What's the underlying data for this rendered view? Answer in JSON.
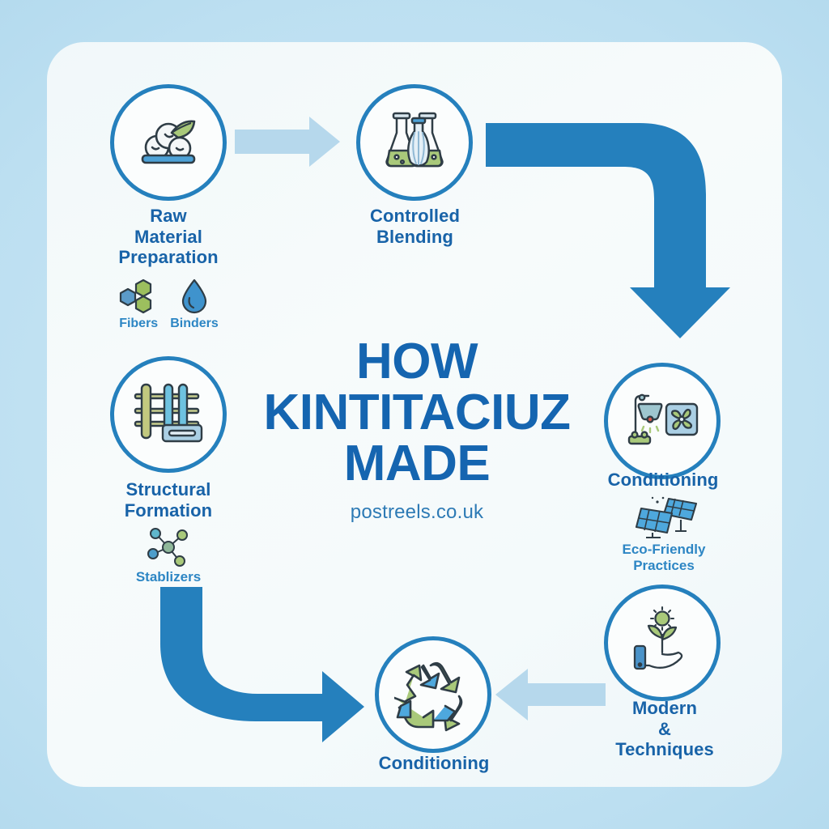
{
  "page": {
    "kind": "process-flow-infographic",
    "outer_bg": "#b6dcef",
    "card_bg": "#f3f9fa",
    "accent_blue": "#2580bd",
    "label_blue": "#1863a8",
    "title_blue": "#1565b0",
    "light_arrow": "#b6d8ec",
    "green": "#9cbf5e"
  },
  "title": {
    "line1": "HOW",
    "line2": "KINTITACIUZ",
    "line3": "MADE",
    "subtitle": "postreels.co.uk"
  },
  "nodes": [
    {
      "id": "raw-material-preparation",
      "label": "Raw\nMaterial\nPreparation",
      "label_lines": [
        "Raw",
        "Material",
        "Preparation"
      ],
      "icon": "raw-material-pile-icon"
    },
    {
      "id": "controlled-blending",
      "label": "Controlled\nBlending",
      "label_lines": [
        "Controlled",
        "Blending"
      ],
      "icon": "flasks-whisk-icon"
    },
    {
      "id": "conditioning-right",
      "label": "Conditioning",
      "label_lines": [
        "Conditioning"
      ],
      "icon": "lamp-fan-icon"
    },
    {
      "id": "modern-techniques",
      "label": "Modern\n&\nTechniques",
      "label_lines": [
        "Modern",
        "&",
        "Techniques"
      ],
      "icon": "hand-sprout-sun-icon"
    },
    {
      "id": "conditioning-bottom",
      "label": "Conditioning",
      "label_lines": [
        "Conditioning"
      ],
      "icon": "recycle-icon"
    },
    {
      "id": "structural-formation",
      "label": "Structural\nFormation",
      "label_lines": [
        "Structural",
        "Formation"
      ],
      "icon": "loom-frame-icon"
    }
  ],
  "sub_items": [
    {
      "id": "fibers",
      "label": "Fibers",
      "icon": "hexagons-icon"
    },
    {
      "id": "binders",
      "label": "Binders",
      "icon": "water-drop-icon"
    },
    {
      "id": "stablizers",
      "label": "Stablizers",
      "icon": "molecule-icon"
    },
    {
      "id": "eco-friendly-practices",
      "label": "Eco-Friendly\nPractices",
      "label_lines": [
        "Eco-Friendly",
        "Practices"
      ],
      "icon": "solar-panels-icon"
    }
  ],
  "arrows": [
    {
      "id": "arrow-raw-to-blending",
      "style": "light",
      "direction": "right"
    },
    {
      "id": "arrow-blending-to-conditioning",
      "style": "solid",
      "direction": "right-then-down"
    },
    {
      "id": "arrow-conditioning-to-modern",
      "style": "implicit",
      "direction": "down"
    },
    {
      "id": "arrow-modern-to-recycle",
      "style": "light",
      "direction": "left"
    },
    {
      "id": "arrow-structural-to-recycle",
      "style": "solid",
      "direction": "down-then-right"
    }
  ]
}
